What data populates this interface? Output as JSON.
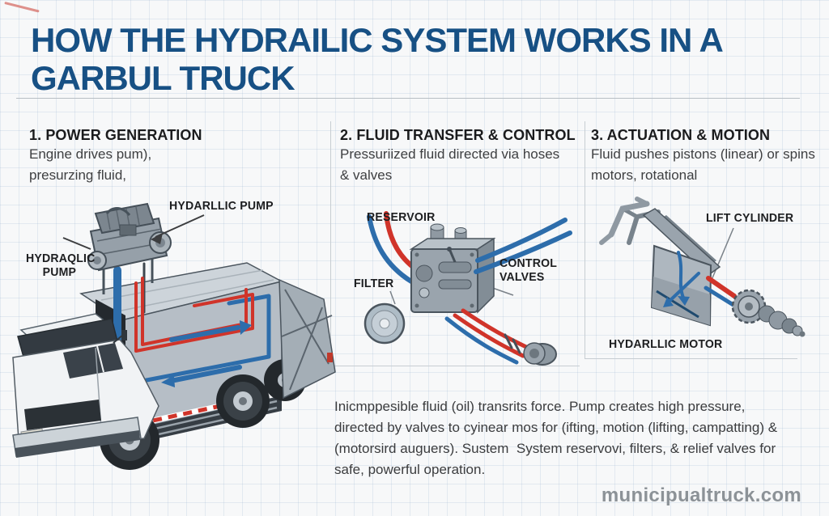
{
  "page": {
    "title_lines": [
      "HOW THE HYDRAILIC SYSTEM WORKS IN A",
      "GARBUL TRUCK"
    ],
    "watermark": "municipualtruck.com"
  },
  "sections": [
    {
      "heading": "1. POWER GENERATION",
      "lines": [
        "Engine drives pum),",
        "presurzing fluid,"
      ]
    },
    {
      "heading": "2. FLUID TRANSFER & CONTROL",
      "lines": [
        "Pressuriized fluid directed via hoses",
        "& valves"
      ]
    },
    {
      "heading": "3. ACTUATION & MOTION",
      "lines": [
        "Fluid pushes pistons (linear) or spins",
        "motors, rotational"
      ]
    }
  ],
  "diagram_labels": {
    "hydraulic_pump_top": "HYDARLLIC PUMP",
    "hydraulic_pump_left": "HYDRAQLIC PUMP",
    "reservoir": "RESERVOIR",
    "filter": "FILTER",
    "control_valves": "CONTROL VALVES",
    "lift_cylinder": "LIFT CYLINDER",
    "hydraulic_motor": "HYDARLLIC MOTOR"
  },
  "footer": {
    "lines": [
      "Inicmppesible fluid (oil) transrits force. Pump creates high pressure,",
      "directed by valves to cyinear mos for (ifting, motion (lifting, campatting) &",
      "(motorsird auguers). Sustem  System reservovi, filters, & relief valves for",
      "safe, powerful operation."
    ]
  },
  "colors": {
    "title_blue": "#175084",
    "hose_red": "#d0342a",
    "hose_blue": "#2d6dab",
    "machine_gray": "#9aa4ad",
    "watermark_gray": "#8c9297",
    "grid_line": "#dfe6ec"
  }
}
